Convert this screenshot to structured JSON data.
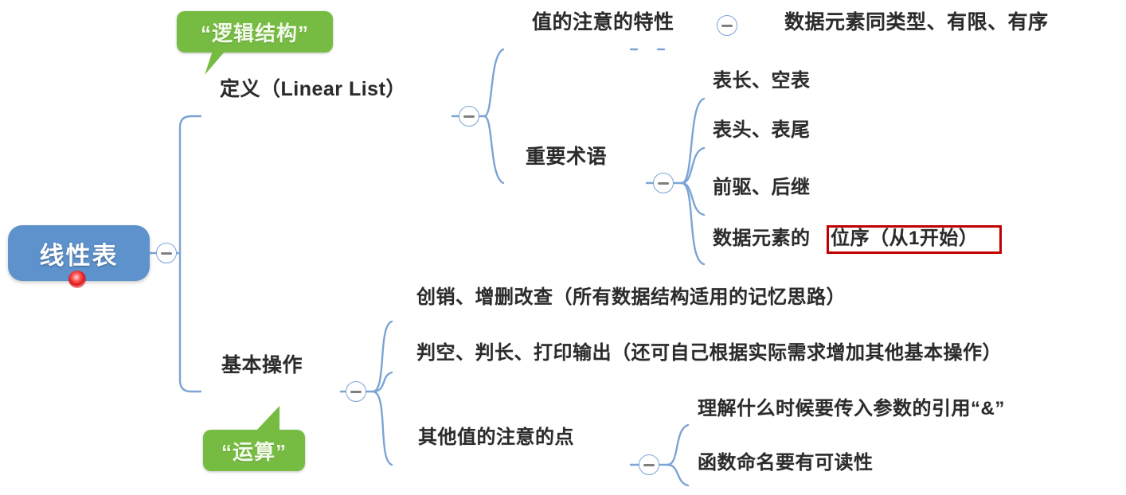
{
  "document": {
    "type": "mindmap",
    "title": "线性表",
    "theme": {
      "root_fill": "#5e92cd",
      "root_text": "#ffffff",
      "branch_color": "#4a7fc4",
      "connector_color": "#7ba4d4",
      "callout_fill": "#76bc42",
      "callout_text": "#f2fbe9",
      "highlight_border": "#c00000",
      "marker_color": "#e01b1b",
      "text_color": "#2b2b2b",
      "background": "#ffffff"
    }
  },
  "root": {
    "label": "线性表",
    "marker": "red-dot",
    "toggle": "collapse-minus"
  },
  "callouts": [
    {
      "id": "logic",
      "label": "“逻辑结构”",
      "points_to": "定义（Linear List）"
    },
    {
      "id": "operation",
      "label": "“运算”",
      "points_to": "基本操作"
    }
  ],
  "branches": [
    {
      "id": "definition",
      "label": "定义（Linear List）",
      "toggle": "collapse-minus",
      "children": [
        {
          "id": "value-traits",
          "label": "值的注意的特性",
          "toggle": "collapse-minus",
          "children": [
            {
              "id": "traits-detail",
              "label": "数据元素同类型、有限、有序"
            }
          ]
        },
        {
          "id": "terms",
          "label": "重要术语",
          "toggle": "collapse-minus",
          "children": [
            {
              "id": "term-1",
              "label": "表长、空表"
            },
            {
              "id": "term-2",
              "label": "表头、表尾"
            },
            {
              "id": "term-3",
              "label": "前驱、后继"
            },
            {
              "id": "term-4",
              "label": "数据元素的位序（从1开始）",
              "label_prefix": "数据元素的",
              "label_highlighted": "位序（从1开始）",
              "highlighted": true
            }
          ]
        }
      ]
    },
    {
      "id": "basic-operations",
      "label": "基本操作",
      "toggle": "collapse-minus",
      "children": [
        {
          "id": "op-1",
          "label": "创销、增删改查（所有数据结构适用的记忆思路）"
        },
        {
          "id": "op-2",
          "label": "判空、判长、打印输出（还可自己根据实际需求增加其他基本操作）"
        },
        {
          "id": "other-notes",
          "label": "其他值的注意的点",
          "toggle": "collapse-minus",
          "children": [
            {
              "id": "note-1",
              "label": "理解什么时候要传入参数的引用“&”"
            },
            {
              "id": "note-2",
              "label": "函数命名要有可读性"
            }
          ]
        }
      ]
    }
  ]
}
